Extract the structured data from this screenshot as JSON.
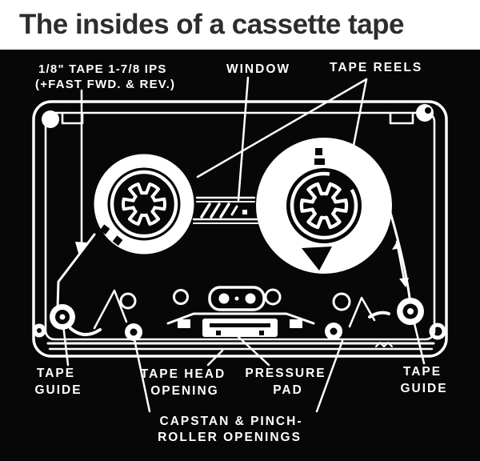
{
  "header": {
    "title": "The insides of a cassette tape"
  },
  "diagram": {
    "background_color": "#070707",
    "ink_color": "#ffffff",
    "title_color": "#2d2d2d",
    "labels": {
      "tape_spec": "1/8\" TAPE   1-7/8 IPS",
      "tape_spec_note": "(+FAST FWD. & REV.)",
      "window": "WINDOW",
      "tape_reels": "TAPE REELS",
      "tape_guide_left_line1": "TAPE",
      "tape_guide_left_line2": "GUIDE",
      "tape_head_line1": "TAPE HEAD",
      "tape_head_line2": "OPENING",
      "pressure_line1": "PRESSURE",
      "pressure_line2": "PAD",
      "tape_guide_right_line1": "TAPE",
      "tape_guide_right_line2": "GUIDE",
      "capstan_line1": "CAPSTAN & PINCH-",
      "capstan_line2": "ROLLER OPENINGS"
    }
  }
}
